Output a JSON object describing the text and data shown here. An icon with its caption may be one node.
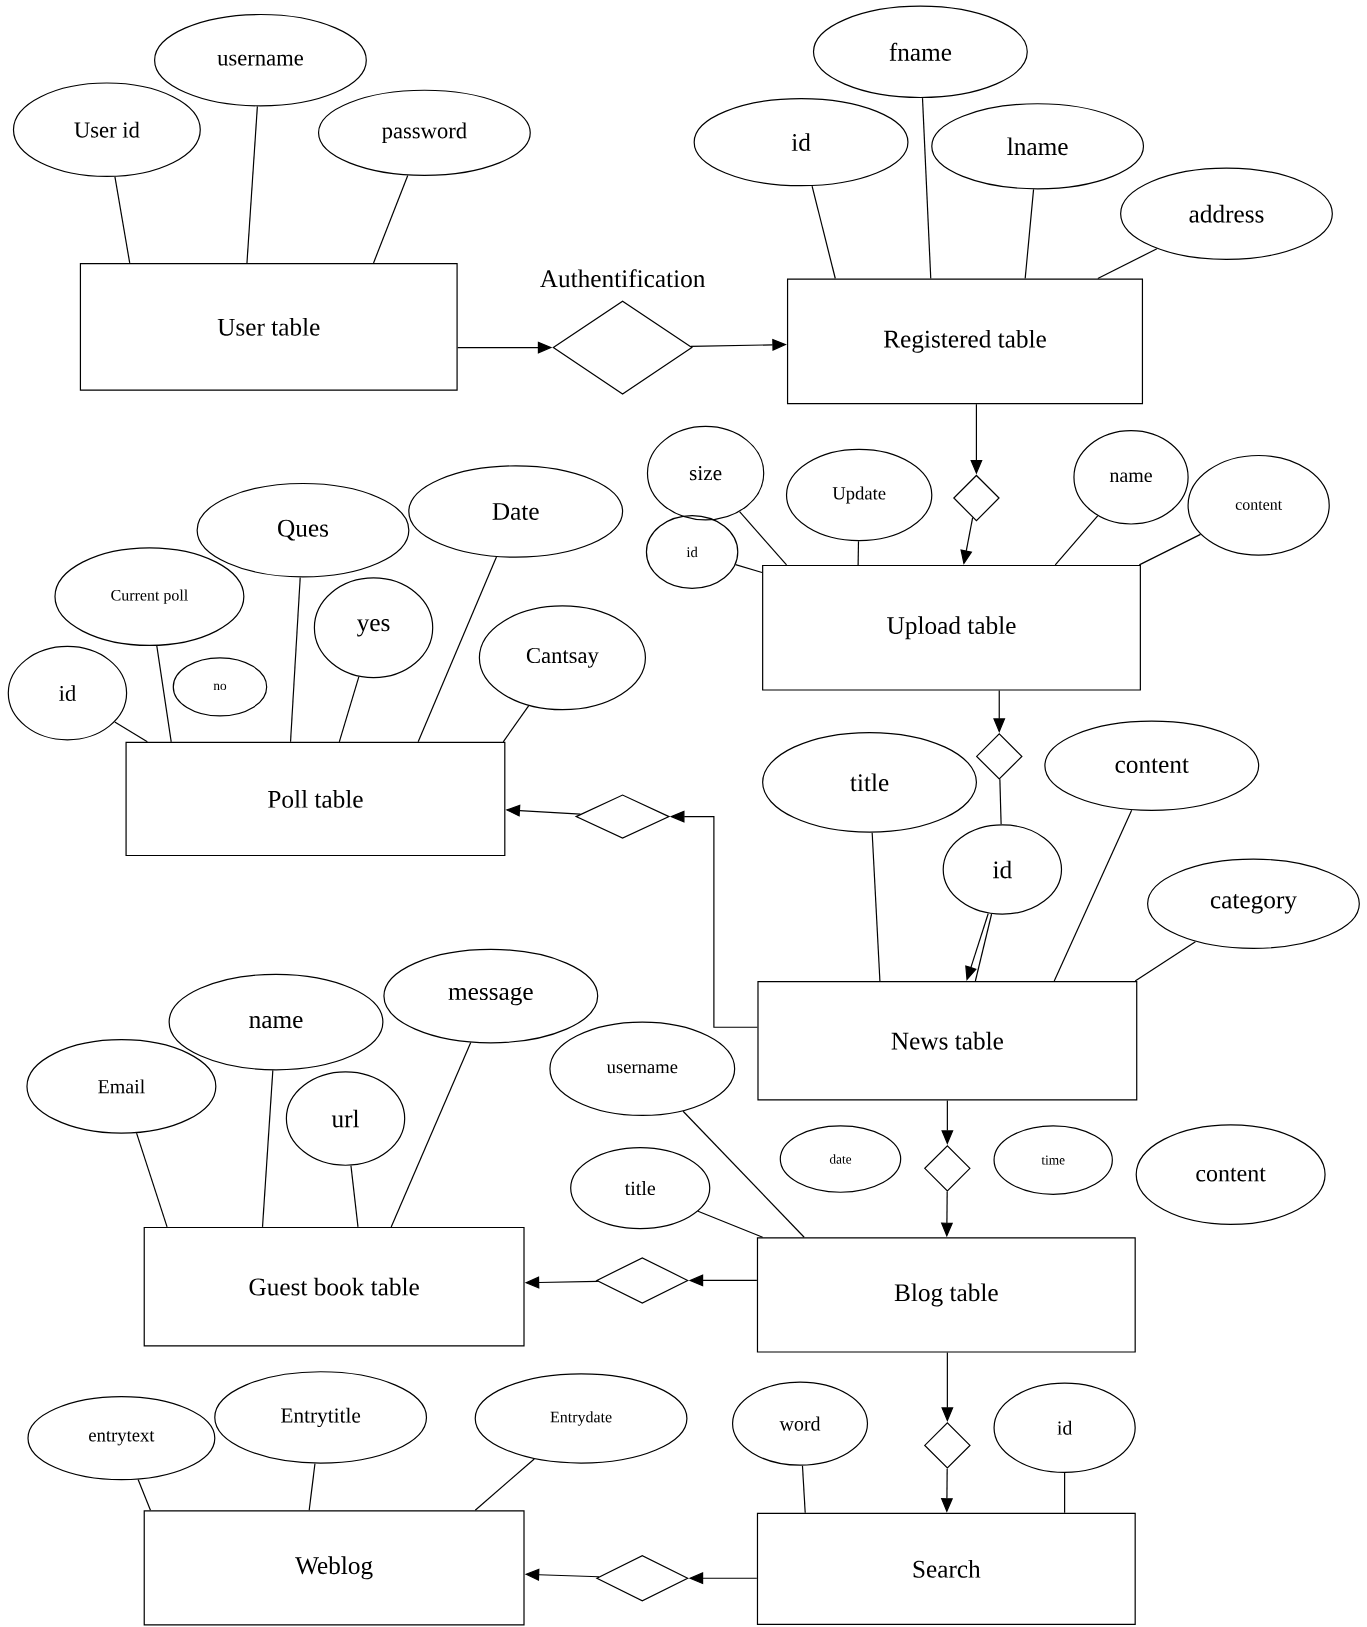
{
  "diagram": {
    "nodes": [
      {
        "text": [
          "User table"
        ]
      },
      {
        "text": [
          "User id"
        ]
      },
      {
        "text": [
          "username"
        ]
      },
      {
        "text": [
          "password"
        ]
      },
      {
        "text": [
          "Authentification"
        ]
      },
      {
        "text": [
          "Registered table"
        ]
      },
      {
        "text": [
          "id"
        ]
      },
      {
        "text": [
          "fname"
        ]
      },
      {
        "text": [
          "lname"
        ]
      },
      {
        "text": [
          "address"
        ]
      },
      {
        "text": [],
        "shape": "diamond"
      },
      {
        "text": [
          "Upload table"
        ]
      },
      {
        "text": [
          "size"
        ]
      },
      {
        "text": [
          "id"
        ]
      },
      {
        "text": [
          "Update"
        ]
      },
      {
        "text": [
          "name"
        ]
      },
      {
        "text": [
          "content"
        ]
      },
      {
        "text": [],
        "shape": "diamond"
      },
      {
        "text": [
          "News table"
        ]
      },
      {
        "text": [
          "title"
        ]
      },
      {
        "text": [
          "content"
        ]
      },
      {
        "text": [
          "id"
        ]
      },
      {
        "text": [
          "category"
        ]
      },
      {
        "text": [
          "Poll table"
        ]
      },
      {
        "text": [
          "Current poll"
        ]
      },
      {
        "text": [
          "id"
        ]
      },
      {
        "text": [
          "no"
        ]
      },
      {
        "text": [
          "Ques"
        ]
      },
      {
        "text": [
          "yes"
        ]
      },
      {
        "text": [
          "Date"
        ]
      },
      {
        "text": [
          "Cantsay"
        ]
      },
      {
        "text": [],
        "shape": "diamond"
      },
      {
        "text": [
          "Guest book table"
        ]
      },
      {
        "text": [
          "Email"
        ]
      },
      {
        "text": [
          "name"
        ]
      },
      {
        "text": [
          "url"
        ]
      },
      {
        "text": [
          "message"
        ]
      },
      {
        "text": [],
        "shape": "diamond"
      },
      {
        "text": [
          "Blog table"
        ]
      },
      {
        "text": [
          "username"
        ]
      },
      {
        "text": [
          "title"
        ]
      },
      {
        "text": [
          "date"
        ]
      },
      {
        "text": [
          "time"
        ]
      },
      {
        "text": [
          "content"
        ]
      },
      {
        "text": [],
        "shape": "diamond"
      },
      {
        "text": [
          "Search"
        ]
      },
      {
        "text": [
          "word"
        ]
      },
      {
        "text": [
          "id"
        ]
      },
      {
        "text": [],
        "shape": "diamond"
      },
      {
        "text": [
          "Weblog"
        ]
      },
      {
        "text": [
          "entrytext"
        ]
      },
      {
        "text": [
          "Entrytitle"
        ]
      },
      {
        "text": [
          "Entrydate"
        ]
      },
      {
        "text": [],
        "shape": "diamond"
      }
    ],
    "edges": [
      {
        "from": 1,
        "to": 0,
        "arrow": "none"
      },
      {
        "from": 2,
        "to": 0,
        "arrow": "none"
      },
      {
        "from": 3,
        "to": 0,
        "arrow": "none"
      },
      {
        "from": 0,
        "to": 4,
        "arrow": "to"
      },
      {
        "from": 4,
        "to": 5,
        "arrow": "to"
      },
      {
        "from": 6,
        "to": 5,
        "arrow": "none"
      },
      {
        "from": 7,
        "to": 5,
        "arrow": "none"
      },
      {
        "from": 8,
        "to": 5,
        "arrow": "none"
      },
      {
        "from": 9,
        "to": 5,
        "arrow": "none"
      },
      {
        "from": 5,
        "to": 10,
        "arrow": "to"
      },
      {
        "from": 10,
        "to": 11,
        "arrow": "to"
      },
      {
        "from": 12,
        "to": 11,
        "arrow": "none"
      },
      {
        "from": 13,
        "to": 11,
        "arrow": "none"
      },
      {
        "from": 14,
        "to": 11,
        "arrow": "none"
      },
      {
        "from": 15,
        "to": 11,
        "arrow": "none"
      },
      {
        "from": 16,
        "to": 11,
        "arrow": "none"
      },
      {
        "from": 11,
        "to": 17,
        "arrow": "to"
      },
      {
        "from": 17,
        "to": 21,
        "arrow": "none"
      },
      {
        "from": 21,
        "to": 18,
        "arrow": "to"
      },
      {
        "from": 21,
        "to": 18,
        "arrow": "none"
      },
      {
        "from": 19,
        "to": 18,
        "arrow": "none"
      },
      {
        "from": 20,
        "to": 18,
        "arrow": "none"
      },
      {
        "from": 22,
        "to": 18,
        "arrow": "none"
      },
      {
        "from": 24,
        "to": 23,
        "arrow": "none"
      },
      {
        "from": 25,
        "to": 23,
        "arrow": "none"
      },
      {
        "from": 27,
        "to": 23,
        "arrow": "none"
      },
      {
        "from": 28,
        "to": 23,
        "arrow": "none"
      },
      {
        "from": 29,
        "to": 23,
        "arrow": "none"
      },
      {
        "from": 30,
        "to": 23,
        "arrow": "none"
      },
      {
        "from": 18,
        "to": 31,
        "arrow": "to"
      },
      {
        "from": 31,
        "to": 23,
        "arrow": "to"
      },
      {
        "from": 33,
        "to": 32,
        "arrow": "none"
      },
      {
        "from": 34,
        "to": 32,
        "arrow": "none"
      },
      {
        "from": 35,
        "to": 32,
        "arrow": "none"
      },
      {
        "from": 36,
        "to": 32,
        "arrow": "none"
      },
      {
        "from": 18,
        "to": 44,
        "arrow": "to"
      },
      {
        "from": 44,
        "to": 38,
        "arrow": "to"
      },
      {
        "from": 39,
        "to": 38,
        "arrow": "none"
      },
      {
        "from": 40,
        "to": 38,
        "arrow": "none"
      },
      {
        "from": 38,
        "to": 37,
        "arrow": "to"
      },
      {
        "from": 37,
        "to": 32,
        "arrow": "to"
      },
      {
        "from": 38,
        "to": 48,
        "arrow": "to"
      },
      {
        "from": 48,
        "to": 45,
        "arrow": "to"
      },
      {
        "from": 46,
        "to": 45,
        "arrow": "none"
      },
      {
        "from": 47,
        "to": 45,
        "arrow": "none"
      },
      {
        "from": 45,
        "to": 53,
        "arrow": "to"
      },
      {
        "from": 53,
        "to": 49,
        "arrow": "to"
      },
      {
        "from": 50,
        "to": 49,
        "arrow": "none"
      },
      {
        "from": 51,
        "to": 49,
        "arrow": "none"
      },
      {
        "from": 52,
        "to": 49,
        "arrow": "none"
      }
    ]
  }
}
